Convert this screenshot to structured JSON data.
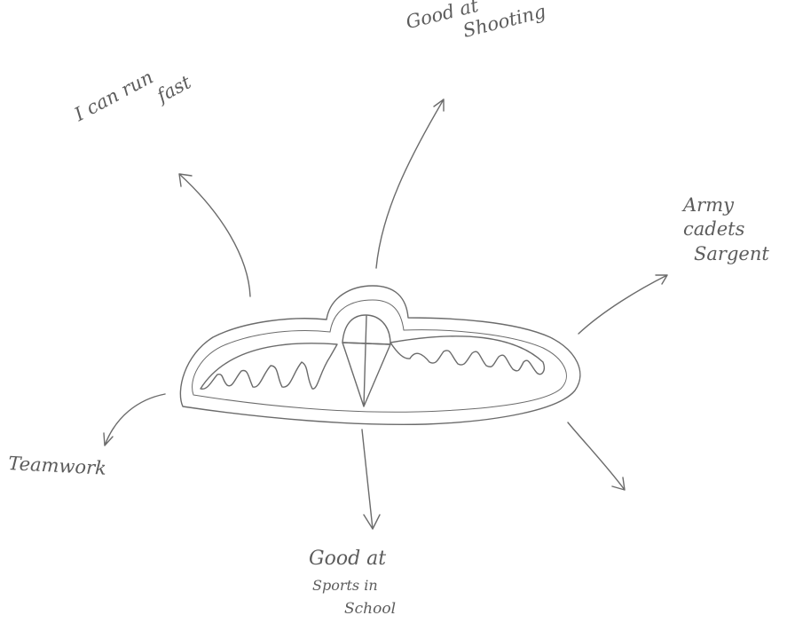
{
  "labels": {
    "shooting": [
      "Good at",
      "Shooting"
    ],
    "run_fast": [
      "I can run",
      "fast"
    ],
    "army": [
      "Army",
      "cadets",
      "Sargent"
    ],
    "teamwork": "Teamwork",
    "sports": [
      "Good at",
      "Sports in",
      "School"
    ]
  },
  "colors": {
    "ink": "#6b6b6b",
    "paper": "#ffffff"
  }
}
